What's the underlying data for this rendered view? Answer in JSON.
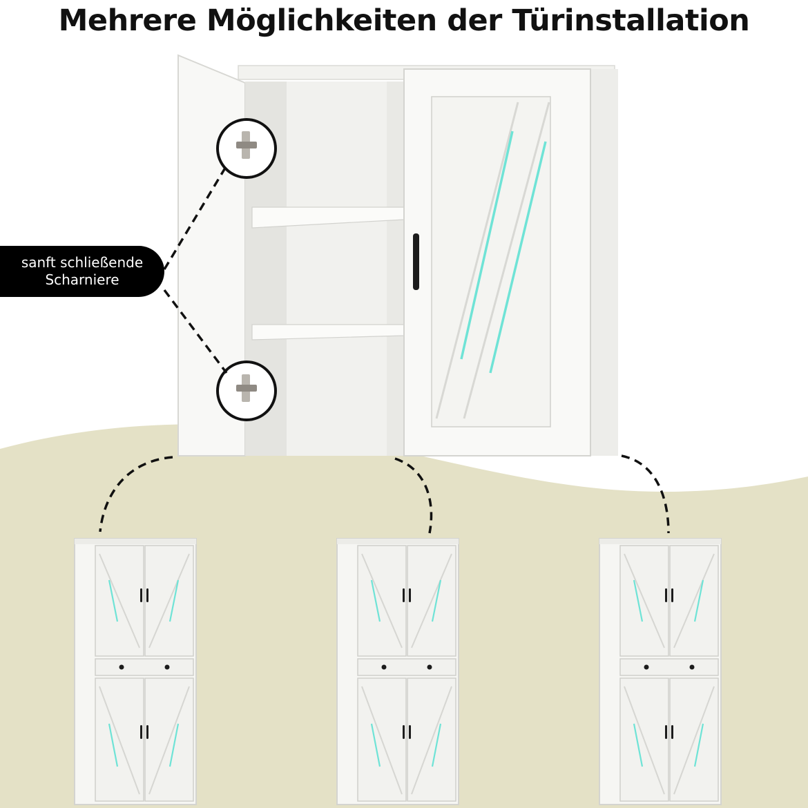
{
  "headline": "Mehrere Möglichkeiten der Türinstallation",
  "hinge_label": {
    "line1": "sanft schließende",
    "line2": "Scharniere"
  },
  "colors": {
    "background": "#ffffff",
    "wave": "#e4e1c6",
    "cabinet": "#f7f7f5",
    "cabinet_edge": "#d9d9d6",
    "led": "#6fe3d6",
    "handle": "#1c1c1c",
    "label_bg": "#000000",
    "label_text": "#ffffff"
  },
  "icons": [
    "hinge-icon",
    "cabinet-icon",
    "dashed-connector"
  ]
}
